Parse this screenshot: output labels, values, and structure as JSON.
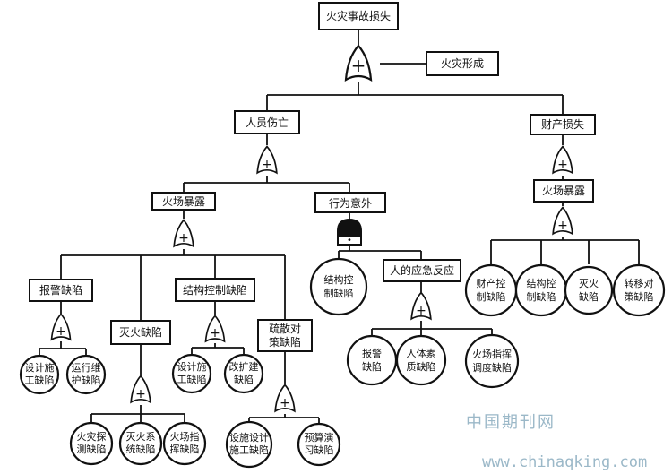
{
  "nodes": {
    "top_event": "火灾事故损失",
    "fire_formed": "火灾形成",
    "personnel_injury": "人员伤亡",
    "property_loss": "财产损失",
    "fire_exposure_left": "火场暴露",
    "accident": "行为意外",
    "fire_exposure_right": "火场暴露",
    "alarm_defect": "报警缺陷",
    "structure_control_defect": "结构控制缺陷",
    "extinguish_defect": "灭火缺陷",
    "evacuation_defect": [
      "疏散对",
      "策缺陷"
    ],
    "emergency_reaction": "人的应急反应"
  },
  "gates": {
    "or_symbol": "+",
    "and_symbol": "•"
  },
  "basic_events": {
    "design_construction_defect_1": [
      "设计施",
      "工缺陷"
    ],
    "operation_maintenance_defect": [
      "运行维",
      "护缺陷"
    ],
    "design_construction_defect_2": [
      "设计施",
      "工缺陷"
    ],
    "improvement_defect": [
      "改扩建",
      "缺陷"
    ],
    "fire_detection_defect": [
      "火灾探",
      "测缺陷"
    ],
    "fire_system_defect": [
      "灭火系",
      "统缺陷"
    ],
    "fire_command_defect": [
      "火场指",
      "挥缺陷"
    ],
    "facility_design_defect": [
      "设施设计",
      "施工缺陷"
    ],
    "drill_defect": [
      "预算演",
      "习缺陷"
    ],
    "structure_control_defect_circle": [
      "结构控",
      "制缺陷"
    ],
    "alarm_defect_circle": [
      "报警",
      "缺陷"
    ],
    "human_quality_defect": [
      "人体素",
      "质缺陷"
    ],
    "fire_dispatch_defect": [
      "火场指挥",
      "调度缺陷"
    ],
    "property_control_defect": [
      "财产控",
      "制缺陷"
    ],
    "structure_control_defect_right": [
      "结构控",
      "制缺陷"
    ],
    "extinguish_defect_right": [
      "灭火",
      "缺陷"
    ],
    "transfer_defect": [
      "转移对",
      "策缺陷"
    ]
  },
  "watermark": {
    "cn": "中国期刊网",
    "url": "www.chinaqking.com"
  }
}
